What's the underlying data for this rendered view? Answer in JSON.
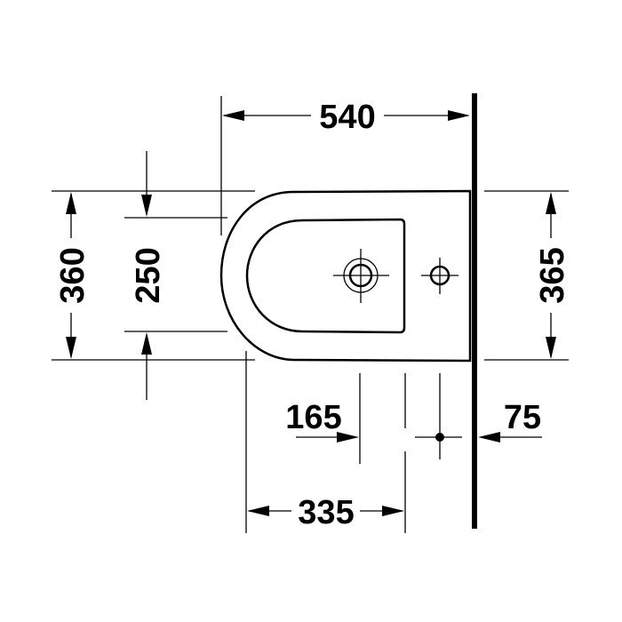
{
  "drawing": {
    "title": "Wall-hung bidet dimension drawing (top view)",
    "dimensions": {
      "overall_length": "540",
      "width_rim": "360",
      "width_bowl": "250",
      "width_wall": "365",
      "tap_hole_from_rim": "165",
      "fixing_from_wall": "75",
      "bowl_edge_distance": "335"
    },
    "colors": {
      "line": "#000000",
      "background": "#ffffff"
    }
  }
}
